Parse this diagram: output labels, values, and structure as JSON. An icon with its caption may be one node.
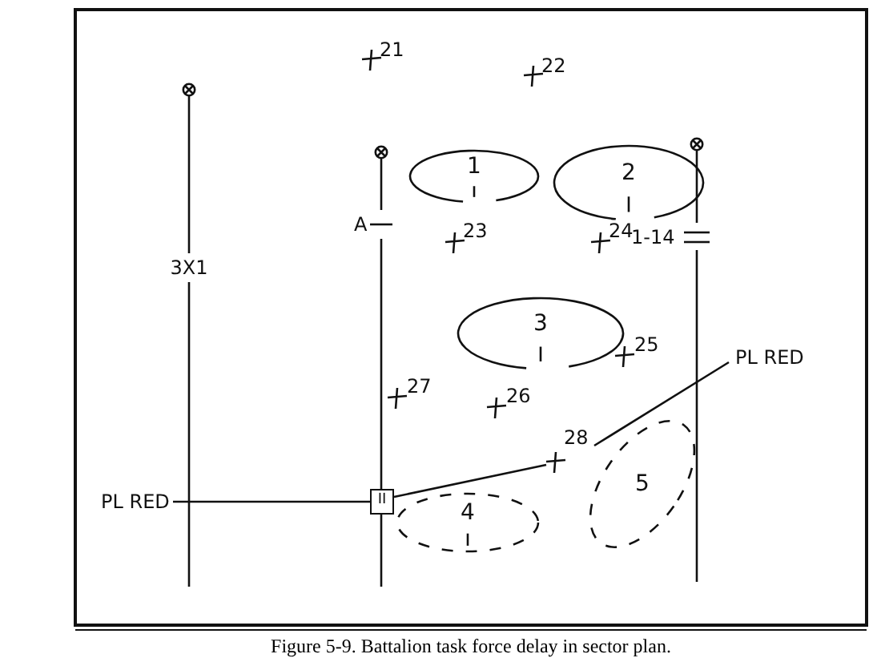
{
  "diagram": {
    "caption": "Figure 5-9.  Battalion task force delay in sector plan.",
    "nodes": [
      {
        "text": [
          "1"
        ]
      },
      {
        "text": [
          "2"
        ]
      },
      {
        "text": [
          "3"
        ]
      },
      {
        "text": [
          "II"
        ]
      },
      {
        "text": [
          "4"
        ]
      },
      {
        "text": [
          "5"
        ]
      }
    ],
    "labels": [
      "21",
      "22",
      "3X1",
      "A",
      "23",
      "24",
      "1-14",
      "25",
      "PL RED",
      "27",
      "26",
      "28",
      "PL RED"
    ]
  }
}
